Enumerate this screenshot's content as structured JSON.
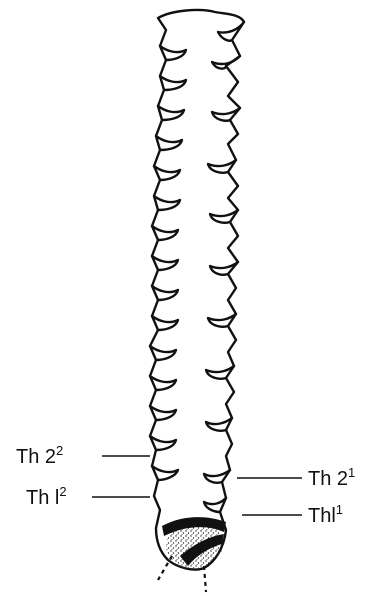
{
  "figure": {
    "labels": {
      "th2_2": {
        "base": "Th 2",
        "sup": "2"
      },
      "th2_1": {
        "base": "Th 2",
        "sup": "1"
      },
      "th1_2": {
        "base": "Th l",
        "sup": "2"
      },
      "th1_1": {
        "base": "Thl",
        "sup": "1"
      }
    },
    "colors": {
      "ink": "#111111",
      "paper": "#ffffff"
    }
  }
}
